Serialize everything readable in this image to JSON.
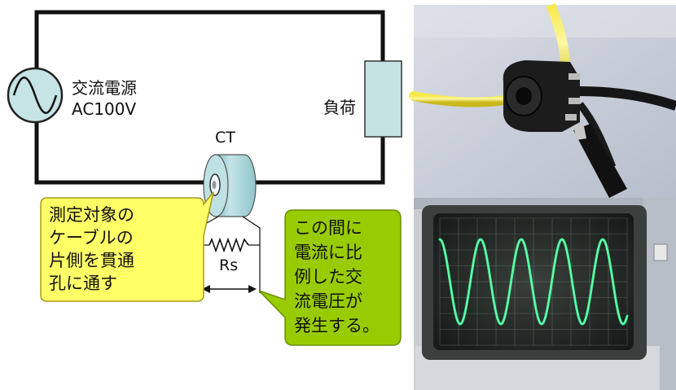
{
  "diagram": {
    "source_label_line1": "交流電源",
    "source_label_line2": "AC100V",
    "load_label": "負荷",
    "ct_label": "CT",
    "resistor_label": "Rs",
    "callout_left": [
      "測定対象の",
      "ケーブルの",
      "片側を貫通",
      "孔に通す"
    ],
    "callout_right": [
      "この間に",
      "電流に比",
      "例した交",
      "流電圧が",
      "発生する。"
    ]
  },
  "colors": {
    "wire": "#111111",
    "ct_body": "#a9d6da",
    "load_box": "#c6e3e4",
    "callout_left_fill": "#ffff66",
    "callout_right_fill": "#99cc00",
    "scope_trace": "#3dff9a"
  },
  "photos": {
    "top": "ct-sensor-photo",
    "bottom": "oscilloscope-photo"
  }
}
